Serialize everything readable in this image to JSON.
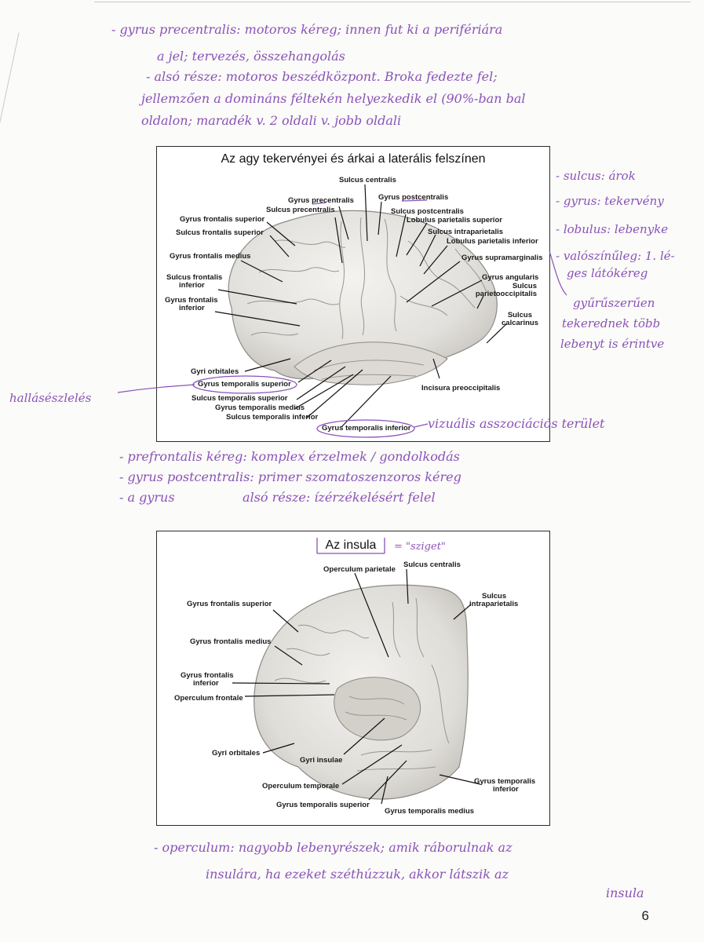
{
  "notes_top": [
    "- gyrus precentralis: motoros kéreg; innen fut ki a perifériára",
    "a jel; tervezés, összehangolás",
    "- alsó része: motoros beszédközpont. Broka fedezte fel;",
    "jellemzően a domináns féltekén helyezkedik el (90%-ban bal",
    "oldalon; maradék v. 2 oldali v. jobb oldali"
  ],
  "figure1": {
    "title": "Az agy tekervényei és árkai a laterális felszínen",
    "labels": {
      "sulcus_centralis": "Sulcus centralis",
      "gyrus_precentralis": "Gyrus precentralis",
      "gyrus_postcentralis": "Gyrus postcentralis",
      "sulcus_precentralis": "Sulcus precentralis",
      "sulcus_postcentralis": "Sulcus postcentralis",
      "gyrus_frontalis_superior": "Gyrus frontalis superior",
      "lobulus_parietalis_superior": "Lobulus parietalis superior",
      "sulcus_frontalis_superior": "Sulcus frontalis superior",
      "sulcus_intraparietalis": "Sulcus intraparietalis",
      "lobulus_parietalis_inferior": "Lobulus parietalis inferior",
      "gyrus_frontalis_medius": "Gyrus frontalis medius",
      "gyrus_supramarginalis": "Gyrus supramarginalis",
      "sulcus_frontalis_inferior_1": "Sulcus frontalis",
      "sulcus_frontalis_inferior_2": "inferior",
      "gyrus_angularis": "Gyrus angularis",
      "sulcus_parietooccipitalis_1": "Sulcus",
      "sulcus_parietooccipitalis_2": "parietooccipitalis",
      "gyrus_frontalis_inferior_1": "Gyrus frontalis",
      "gyrus_frontalis_inferior_2": "inferior",
      "sulcus_calcarinus_1": "Sulcus",
      "sulcus_calcarinus_2": "calcarinus",
      "gyri_orbitales": "Gyri orbitales",
      "gyrus_temporalis_superior": "Gyrus temporalis superior",
      "incisura_preoccipitalis": "Incisura preoccipitalis",
      "sulcus_temporalis_superior": "Sulcus temporalis superior",
      "gyrus_temporalis_medius": "Gyrus temporalis medius",
      "sulcus_temporalis_inferior": "Sulcus temporalis inferior",
      "gyrus_temporalis_inferior": "Gyrus temporalis inferior"
    }
  },
  "notes_right": [
    "- sulcus: árok",
    "- gyrus: tekervény",
    "- lobulus: lebenyke",
    "- valószínűleg: 1. lé-",
    "ges látókéreg",
    "gyűrűszerűen",
    "tekerednek több",
    "lebenyt is érintve"
  ],
  "note_left": "hallásészlelés",
  "note_visual": "vizuális asszociációs terület",
  "notes_middle": [
    "- prefrontalis kéreg: komplex érzelmek / gondolkodás",
    "- gyrus postcentralis: primer szomatoszenzoros kéreg",
    "- a gyrus                 alsó része: ízérzékelésért felel"
  ],
  "figure2": {
    "title": "Az insula",
    "title_note": "= \"sziget\"",
    "labels": {
      "operculum_parietale": "Operculum parietale",
      "sulcus_centralis": "Sulcus centralis",
      "sulcus_intraparietalis_1": "Sulcus",
      "sulcus_intraparietalis_2": "intraparietalis",
      "gyrus_frontalis_superior": "Gyrus frontalis superior",
      "gyrus_frontalis_medius": "Gyrus frontalis medius",
      "gyrus_frontalis_inferior_1": "Gyrus frontalis",
      "gyrus_frontalis_inferior_2": "inferior",
      "operculum_frontale": "Operculum frontale",
      "gyri_orbitales": "Gyri orbitales",
      "gyri_insulae": "Gyri insulae",
      "gyrus_temporalis_inferior_1": "Gyrus temporalis",
      "gyrus_temporalis_inferior_2": "inferior",
      "operculum_temporale": "Operculum temporale",
      "gyrus_temporalis_superior": "Gyrus temporalis superior",
      "gyrus_temporalis_medius": "Gyrus temporalis medius"
    }
  },
  "notes_bottom": [
    "- operculum: nagyobb lebenyrészek; amik ráborulnak az",
    "insulára, ha ezeket széthúzzuk, akkor látszik az",
    "insula"
  ],
  "page_number": "6",
  "colors": {
    "ink": "#8a52b8",
    "label": "#1a1a1a",
    "brain_fill": "#e6e4e0"
  }
}
